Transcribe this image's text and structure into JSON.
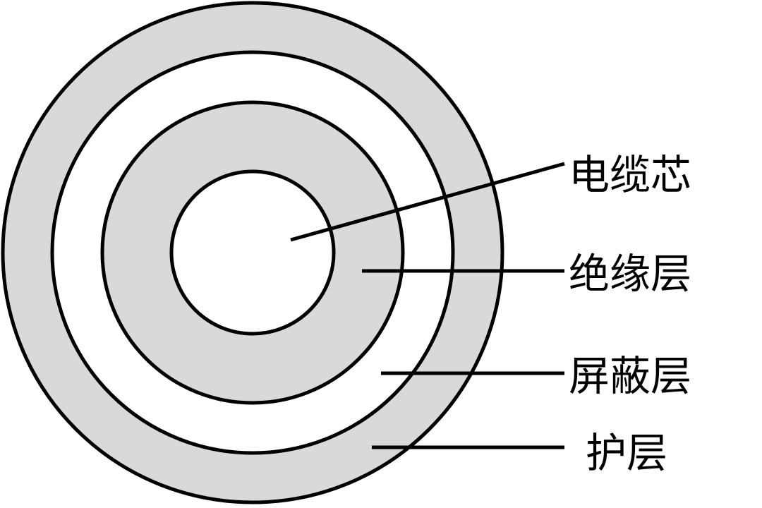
{
  "labels": {
    "core": "电缆芯",
    "insulation": "绝缘层",
    "shield": "屏蔽层",
    "sheath": "护层"
  },
  "colors": {
    "gray_ring": "#d9d9d9",
    "white_ring": "#ffffff",
    "stroke": "#000000"
  }
}
